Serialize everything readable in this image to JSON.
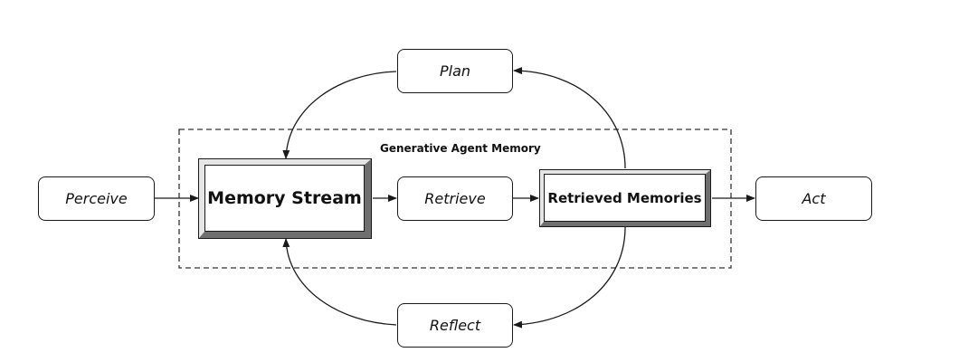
{
  "diagram": {
    "group_label": "Generative Agent Memory",
    "nodes": {
      "perceive": "Perceive",
      "memory_stream": "Memory Stream",
      "retrieve": "Retrieve",
      "retrieved_memories": "Retrieved Memories",
      "act": "Act",
      "plan": "Plan",
      "reflect": "Reflect"
    }
  }
}
